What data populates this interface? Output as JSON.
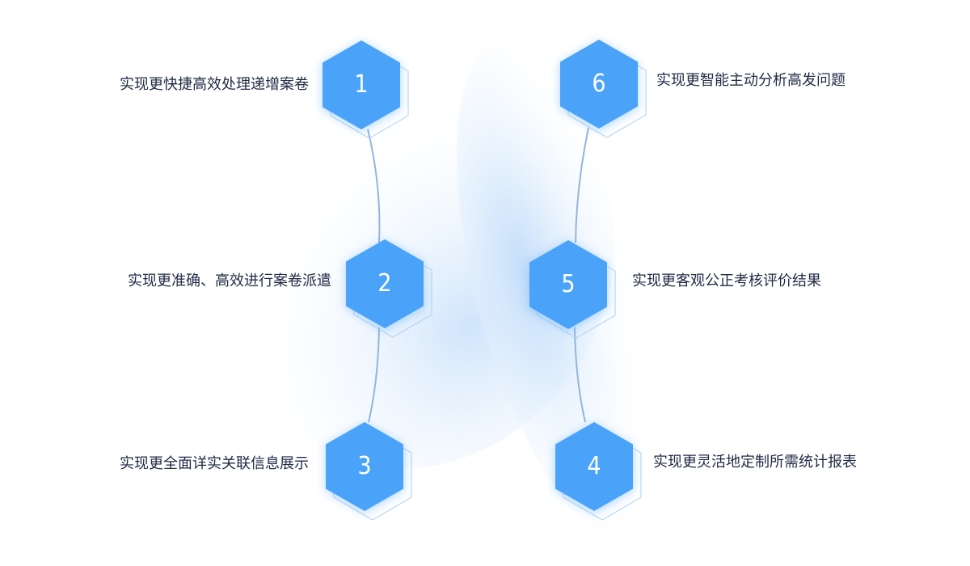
{
  "items": [
    {
      "number": "1",
      "text": "实现更快捷高效处理递增案卷"
    },
    {
      "number": "2",
      "text": "实现更准确、高效进行案卷派遣"
    },
    {
      "number": "3",
      "text": "实现更全面详实关联信息展示"
    },
    {
      "number": "4",
      "text": "实现更灵活地定制所需统计报表"
    },
    {
      "number": "5",
      "text": "实现更客观公正考核评价结果"
    },
    {
      "number": "6",
      "text": "实现更智能主动分析高发问题"
    }
  ],
  "colors": {
    "hex_fill": "#4aa3f8",
    "hex_outline": "#a9d0f7",
    "connector": "#93b6dc",
    "text": "#1f2a44"
  }
}
